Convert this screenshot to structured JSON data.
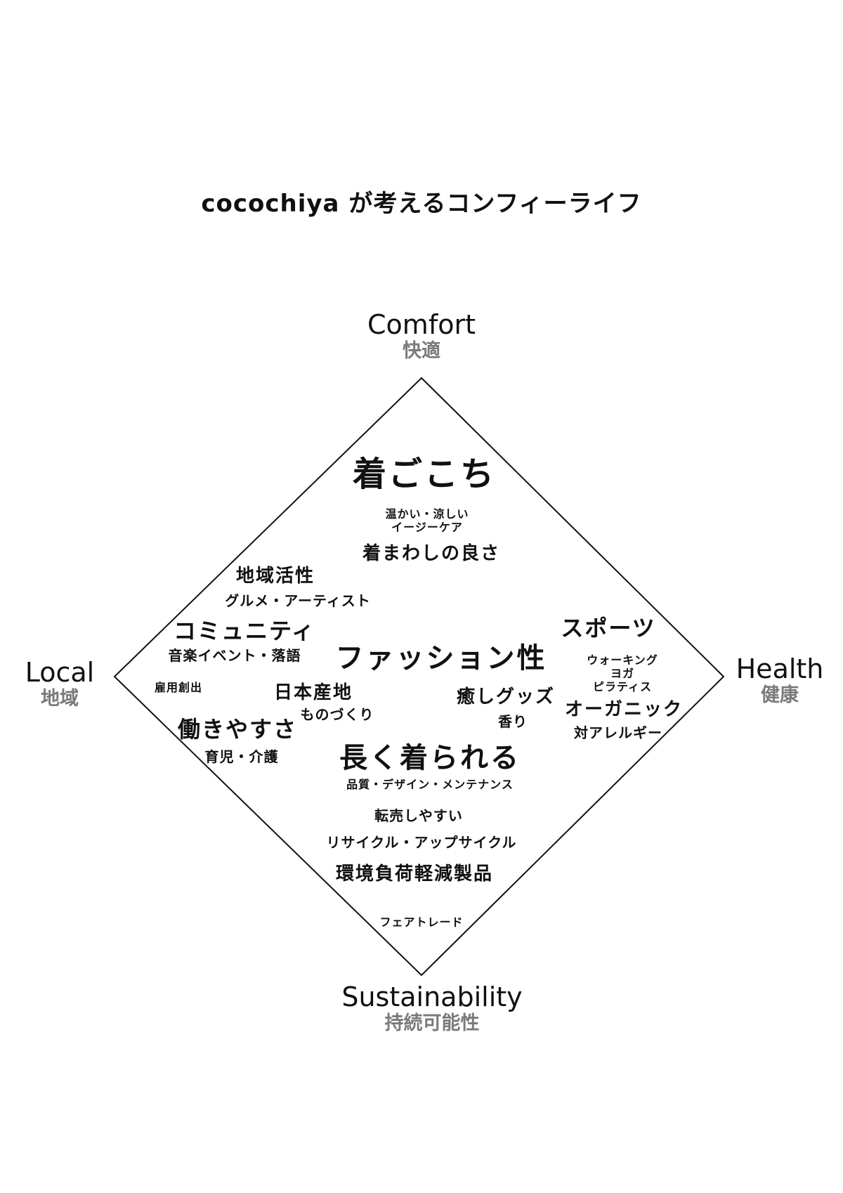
{
  "title": "cocochiya が考えるコンフィーライフ",
  "axes": {
    "top": {
      "en": "Comfort",
      "ja": "快適"
    },
    "bottom": {
      "en": "Sustainability",
      "ja": "持続可能性"
    },
    "left": {
      "en": "Local",
      "ja": "地域"
    },
    "right": {
      "en": "Health",
      "ja": "健康"
    }
  },
  "keywords": {
    "kigokochi": "着ごこち",
    "kigokochi_sub1": "温かい・涼しい",
    "kigokochi_sub2": "イージーケア",
    "kimawashi": "着まわしの良さ",
    "chiiki": "地域活性",
    "gurume": "グルメ・アーティスト",
    "community": "コミュニティ",
    "ongaku": "音楽イベント・落語",
    "koyou": "雇用創出",
    "hataraki": "働きやすさ",
    "ikuji": "育児・介護",
    "nihon": "日本産地",
    "monozukuri": "ものづくり",
    "fashion": "ファッション性",
    "iyashi": "癒しグッズ",
    "kaori": "香り",
    "sports": "スポーツ",
    "walking": "ウォーキング",
    "yoga": "ヨガ",
    "pilates": "ピラティス",
    "organic": "オーガニック",
    "allergy": "対アレルギー",
    "nagaku": "長く着られる",
    "hinshitsu": "品質・デザイン・メンテナンス",
    "tenbai": "転売しやすい",
    "recycle": "リサイクル・アップサイクル",
    "kankyo": "環境負荷軽減製品",
    "fair": "フェアトレード"
  }
}
